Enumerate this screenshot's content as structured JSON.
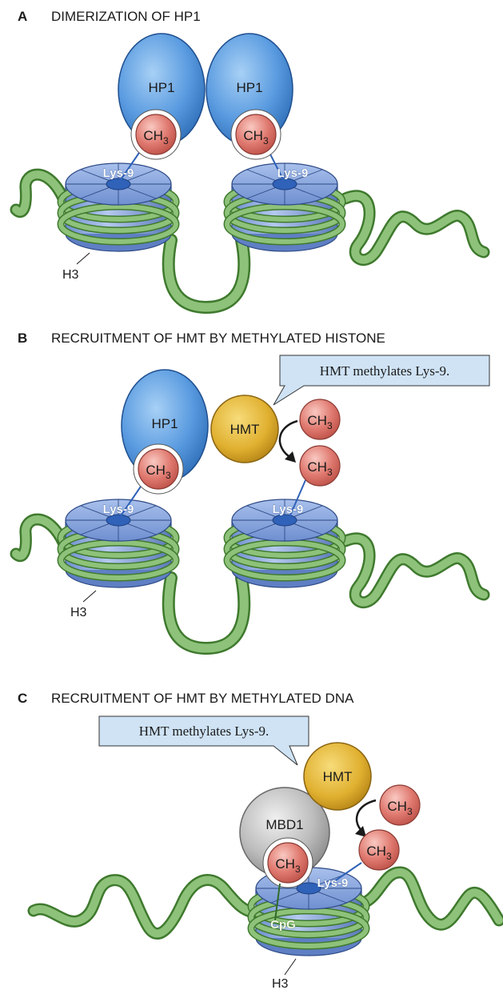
{
  "panels": [
    {
      "letter": "A",
      "title": "DIMERIZATION OF HP1",
      "hp1_left": "HP1",
      "hp1_right": "HP1",
      "ch3_left": "CH",
      "ch3_right": "CH",
      "ch3_sub": "3",
      "lys_left": "Lys-9",
      "lys_right": "Lys-9",
      "h3": "H3"
    },
    {
      "letter": "B",
      "title": "RECRUITMENT OF HMT BY METHYLATED HISTONE",
      "callout": "HMT methylates Lys-9.",
      "hp1": "HP1",
      "hmt": "HMT",
      "ch3_bound": "CH",
      "ch3_free": "CH",
      "ch3_new": "CH",
      "ch3_sub": "3",
      "lys_left": "Lys-9",
      "lys_right": "Lys-9",
      "h3": "H3"
    },
    {
      "letter": "C",
      "title": "RECRUITMENT OF HMT BY METHYLATED DNA",
      "callout": "HMT methylates Lys-9.",
      "hmt": "HMT",
      "mbd1": "MBD1",
      "ch3_free": "CH",
      "ch3_new": "CH",
      "ch3_cpg": "CH",
      "ch3_sub": "3",
      "lys": "Lys-9",
      "cpg": "CpG",
      "h3": "H3"
    }
  ],
  "colors": {
    "hp1": "#5a9be0",
    "hmt": "#e0b030",
    "mbd1": "#b8b8b8",
    "methyl": "#e07a70",
    "histone_disc": "#7f9ed8",
    "dna": "#6aa05a",
    "callout_bg": "#cfe3f5"
  }
}
